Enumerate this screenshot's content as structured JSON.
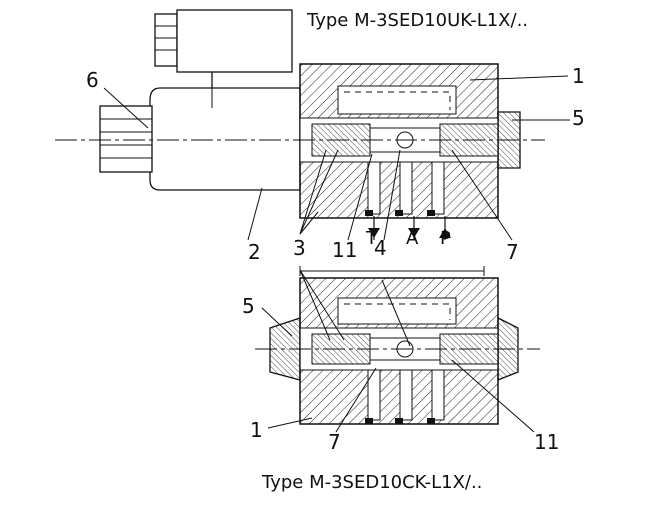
{
  "titles": {
    "top": "Type M-3SED10UK-L1X/..",
    "bottom": "Type M-3SED10CK-L1X/.."
  },
  "callouts": {
    "top": {
      "n1": "1",
      "n2": "2",
      "n3": "3",
      "n4": "4",
      "n5": "5",
      "n6": "6",
      "n7": "7",
      "n11": "11"
    },
    "bottom": {
      "n1": "1",
      "n5": "5",
      "n7": "7",
      "n11": "11"
    }
  },
  "ports": {
    "t": "T",
    "a": "A",
    "p": "P"
  },
  "colors": {
    "line": "#111111",
    "hatch": "#222222",
    "background": "#ffffff"
  }
}
